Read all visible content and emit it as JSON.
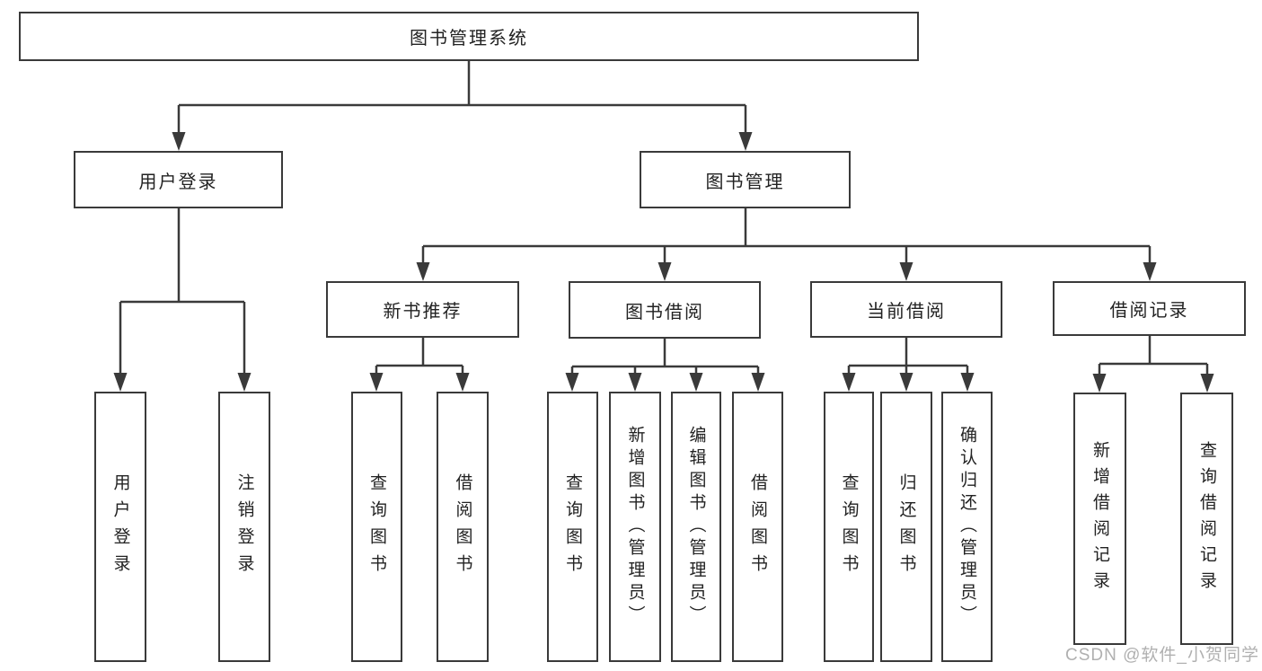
{
  "diagram_title": "图书管理系统",
  "tree": {
    "label": "图书管理系统",
    "children": [
      {
        "label": "用户登录",
        "children": [
          {
            "label": "用户登录"
          },
          {
            "label": "注销登录"
          }
        ]
      },
      {
        "label": "图书管理",
        "children": [
          {
            "label": "新书推荐",
            "children": [
              {
                "label": "查询图书"
              },
              {
                "label": "借阅图书"
              }
            ]
          },
          {
            "label": "图书借阅",
            "children": [
              {
                "label": "查询图书"
              },
              {
                "label": "新增图书（管理员）"
              },
              {
                "label": "编辑图书（管理员）"
              },
              {
                "label": "借阅图书"
              }
            ]
          },
          {
            "label": "当前借阅",
            "children": [
              {
                "label": "查询图书"
              },
              {
                "label": "归还图书"
              },
              {
                "label": "确认归还（管理员）"
              }
            ]
          },
          {
            "label": "借阅记录",
            "children": [
              {
                "label": "新增借阅记录"
              },
              {
                "label": "查询借阅记录"
              }
            ]
          }
        ]
      }
    ]
  },
  "watermark": {
    "text": "CSDN @软件_小贺同学"
  },
  "colors": {
    "line": "#3a3a3a",
    "box_border": "#3a3a3a",
    "box_background": "#ffffff",
    "text": "#222222",
    "watermark": "#b0b0b0",
    "background": "#ffffff"
  }
}
